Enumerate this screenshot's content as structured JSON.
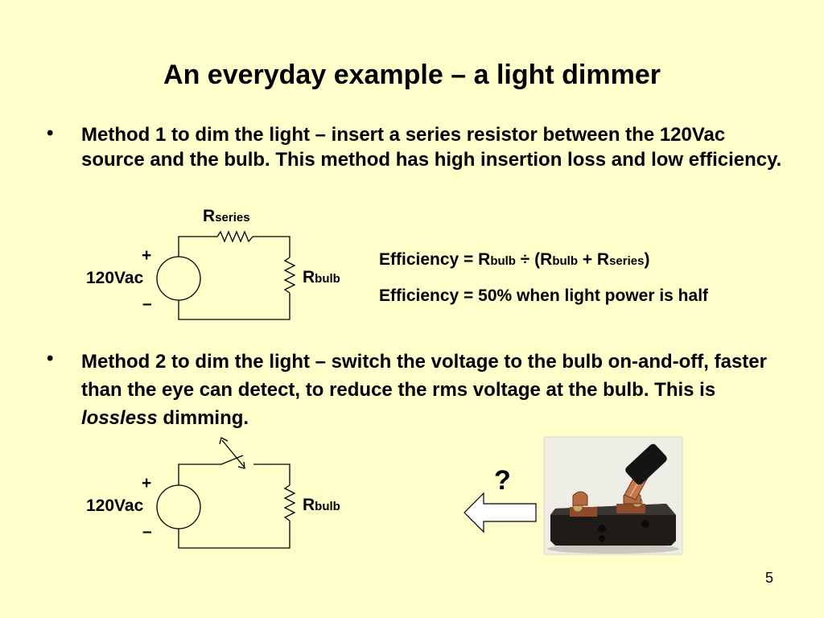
{
  "slide": {
    "title": "An everyday example – a light dimmer",
    "bullet_symbol": "•",
    "bullet1": "Method 1 to dim the light – insert a series resistor between the 120Vac source and the bulb.  This method has high insertion loss and low efficiency.",
    "bullet2": {
      "before": "Method 2 to dim the light – switch the voltage to the bulb on-and-off, faster than the eye can detect, to reduce the rms voltage at the bulb.  This is ",
      "emphasis": "lossless",
      "after": " dimming."
    },
    "page_number": "5"
  },
  "circuit1": {
    "plus": "+",
    "minus": "–",
    "source_label": "120Vac",
    "rseries": {
      "main": "R",
      "sub": "series"
    },
    "rbulb": {
      "main": "R",
      "sub": "bulb"
    }
  },
  "circuit2": {
    "plus": "+",
    "minus": "–",
    "source_label": "120Vac",
    "rbulb": {
      "main": "R",
      "sub": "bulb"
    }
  },
  "efficiency": {
    "eq1": {
      "p1": "Efficiency = R",
      "s1": "bulb",
      "p2": " ÷ (R",
      "s2": "bulb",
      "p3": " + R",
      "s3": "series",
      "p4": ")"
    },
    "eq2": "Efficiency = 50% when light power is half"
  },
  "question_mark": "?",
  "colors": {
    "background": "#FFFFCC",
    "text": "#000000"
  }
}
